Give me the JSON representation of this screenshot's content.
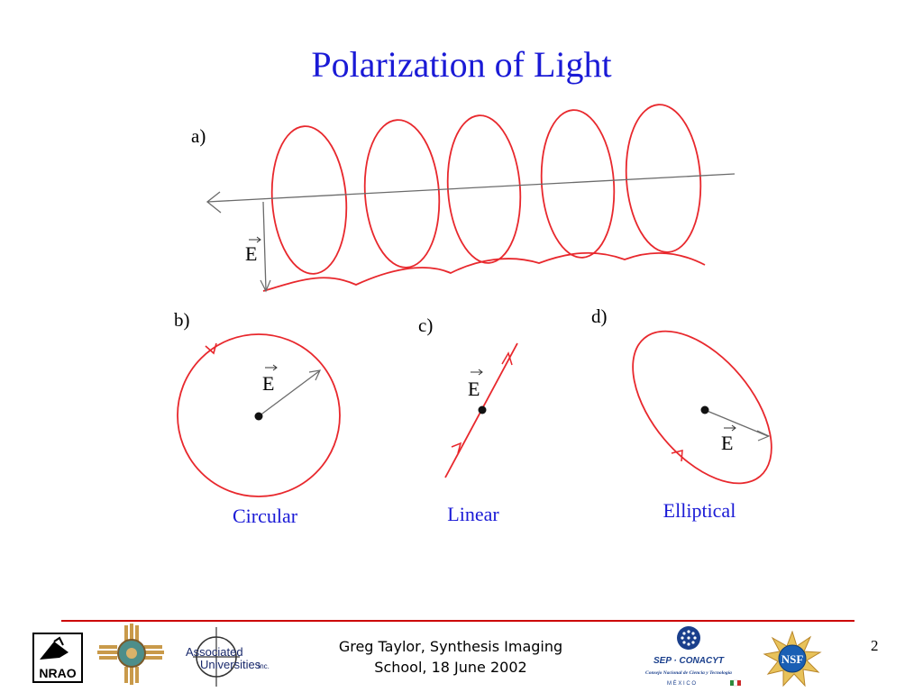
{
  "slide": {
    "title": "Polarization of Light",
    "page_number": "2"
  },
  "figure": {
    "panels": {
      "a": "a)",
      "b": "b)",
      "c": "c)",
      "d": "d)"
    },
    "vector_label": "E",
    "captions": {
      "circular": "Circular",
      "linear": "Linear",
      "elliptical": "Elliptical"
    },
    "colors": {
      "wave": "#e8282d",
      "axis": "#6b6b6b",
      "caption": "#1a1ad6"
    }
  },
  "footer": {
    "line1": "Greg Taylor, Synthesis Imaging",
    "line2": "School, 18 June 2002",
    "rule_color": "#cc0000"
  },
  "logos": {
    "nrao": "NRAO",
    "associated_line1": "Associated",
    "associated_line2": "Universities",
    "associated_suffix": "Inc.",
    "conacyt_main": "SEP · CONACYT",
    "conacyt_sub": "Consejo Nacional de Ciencia y Tecnología",
    "conacyt_country": "M É X I C O",
    "nsf": "NSF"
  }
}
